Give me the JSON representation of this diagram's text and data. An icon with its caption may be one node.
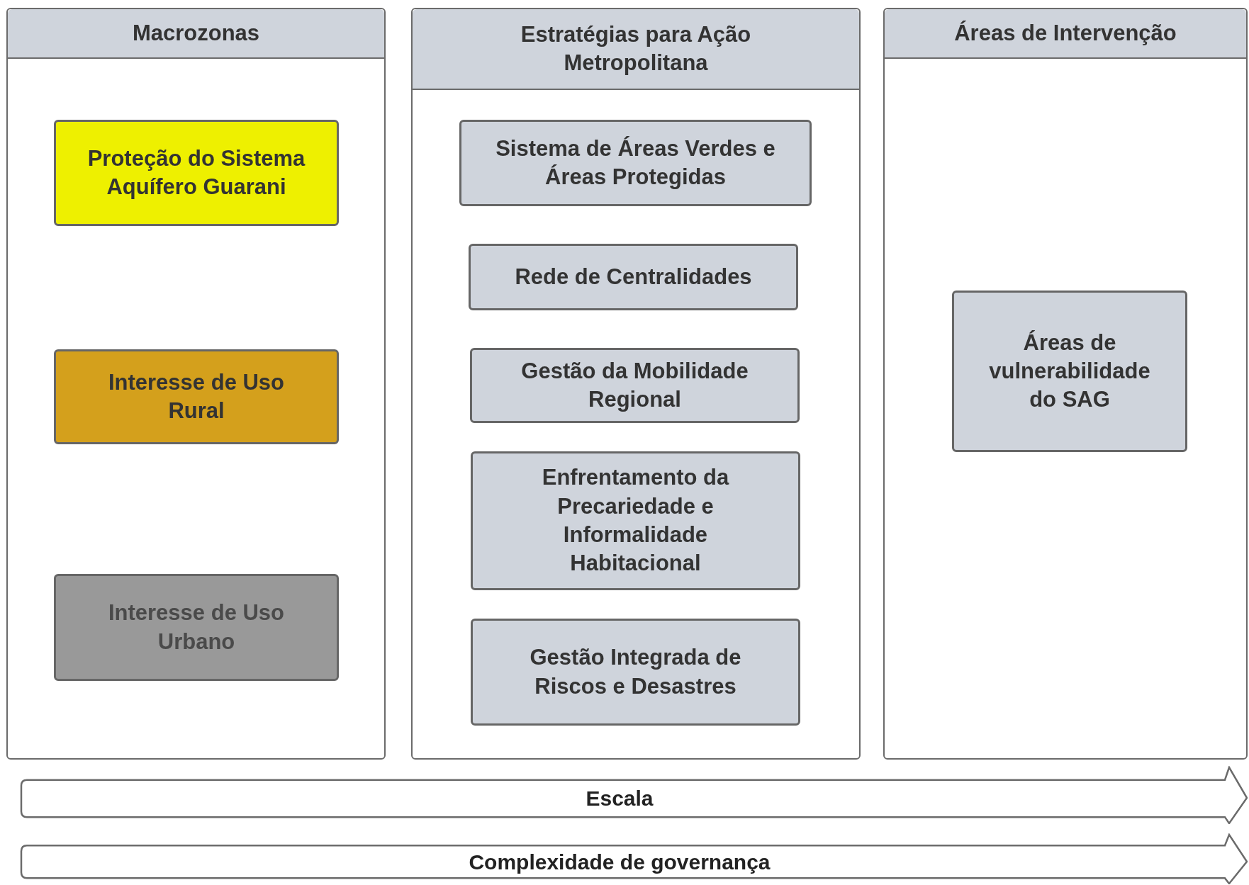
{
  "diagram": {
    "nodes": [
      {
        "text": [
          "Macrozonas"
        ]
      },
      {
        "text": [
          "Proteção do Sistema Aquífero Guarani"
        ],
        "in": 0
      },
      {
        "text": [
          "Interesse de Uso Rural"
        ],
        "in": 0
      },
      {
        "text": [
          "Interesse de Uso Urbano"
        ],
        "in": 0
      },
      {
        "text": [
          "Estratégias para Ação Metropolitana"
        ]
      },
      {
        "text": [
          "Sistema de Áreas Verdes e Áreas Protegidas"
        ],
        "in": 4
      },
      {
        "text": [
          "Rede de Centralidades"
        ],
        "in": 4
      },
      {
        "text": [
          "Gestão da Mobilidade Regional"
        ],
        "in": 4
      },
      {
        "text": [
          "Enfrentamento da Precariedade e Informalidade Habitacional"
        ],
        "in": 4
      },
      {
        "text": [
          "Gestão Integrada de Riscos e Desastres"
        ],
        "in": 4
      },
      {
        "text": [
          "Áreas de Intervenção"
        ]
      },
      {
        "text": [
          "Áreas de vulnerabilidade do SAG"
        ],
        "in": 10
      }
    ],
    "labels": [
      "Escala",
      "Complexidade de governança"
    ]
  }
}
